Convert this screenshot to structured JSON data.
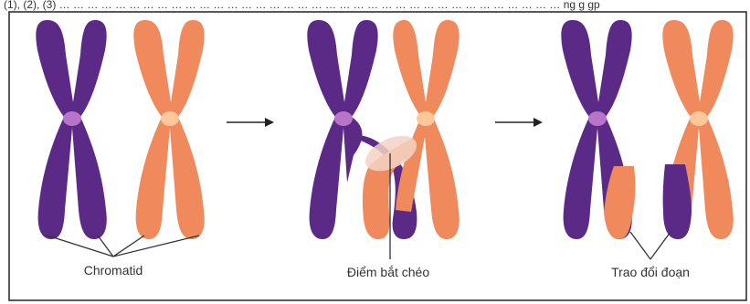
{
  "top_text": "(1), (2), (3) … … … … … … … … … … … … … … … … … … … … … … … … … … … … … … … … … … … … ng g gp",
  "colors": {
    "purple": "#5b2a86",
    "orange": "#f08a5d",
    "centromere_purple": "#b874c9",
    "centromere_orange": "#ffc79a",
    "overlap": "#f3d2c4",
    "border": "#222222"
  },
  "labels": {
    "chromatid": "Chromatid",
    "crossover_point": "Điểm bắt chéo",
    "exchange": "Trao đổi đoạn"
  },
  "stages": [
    "before",
    "crossing-over",
    "after"
  ]
}
